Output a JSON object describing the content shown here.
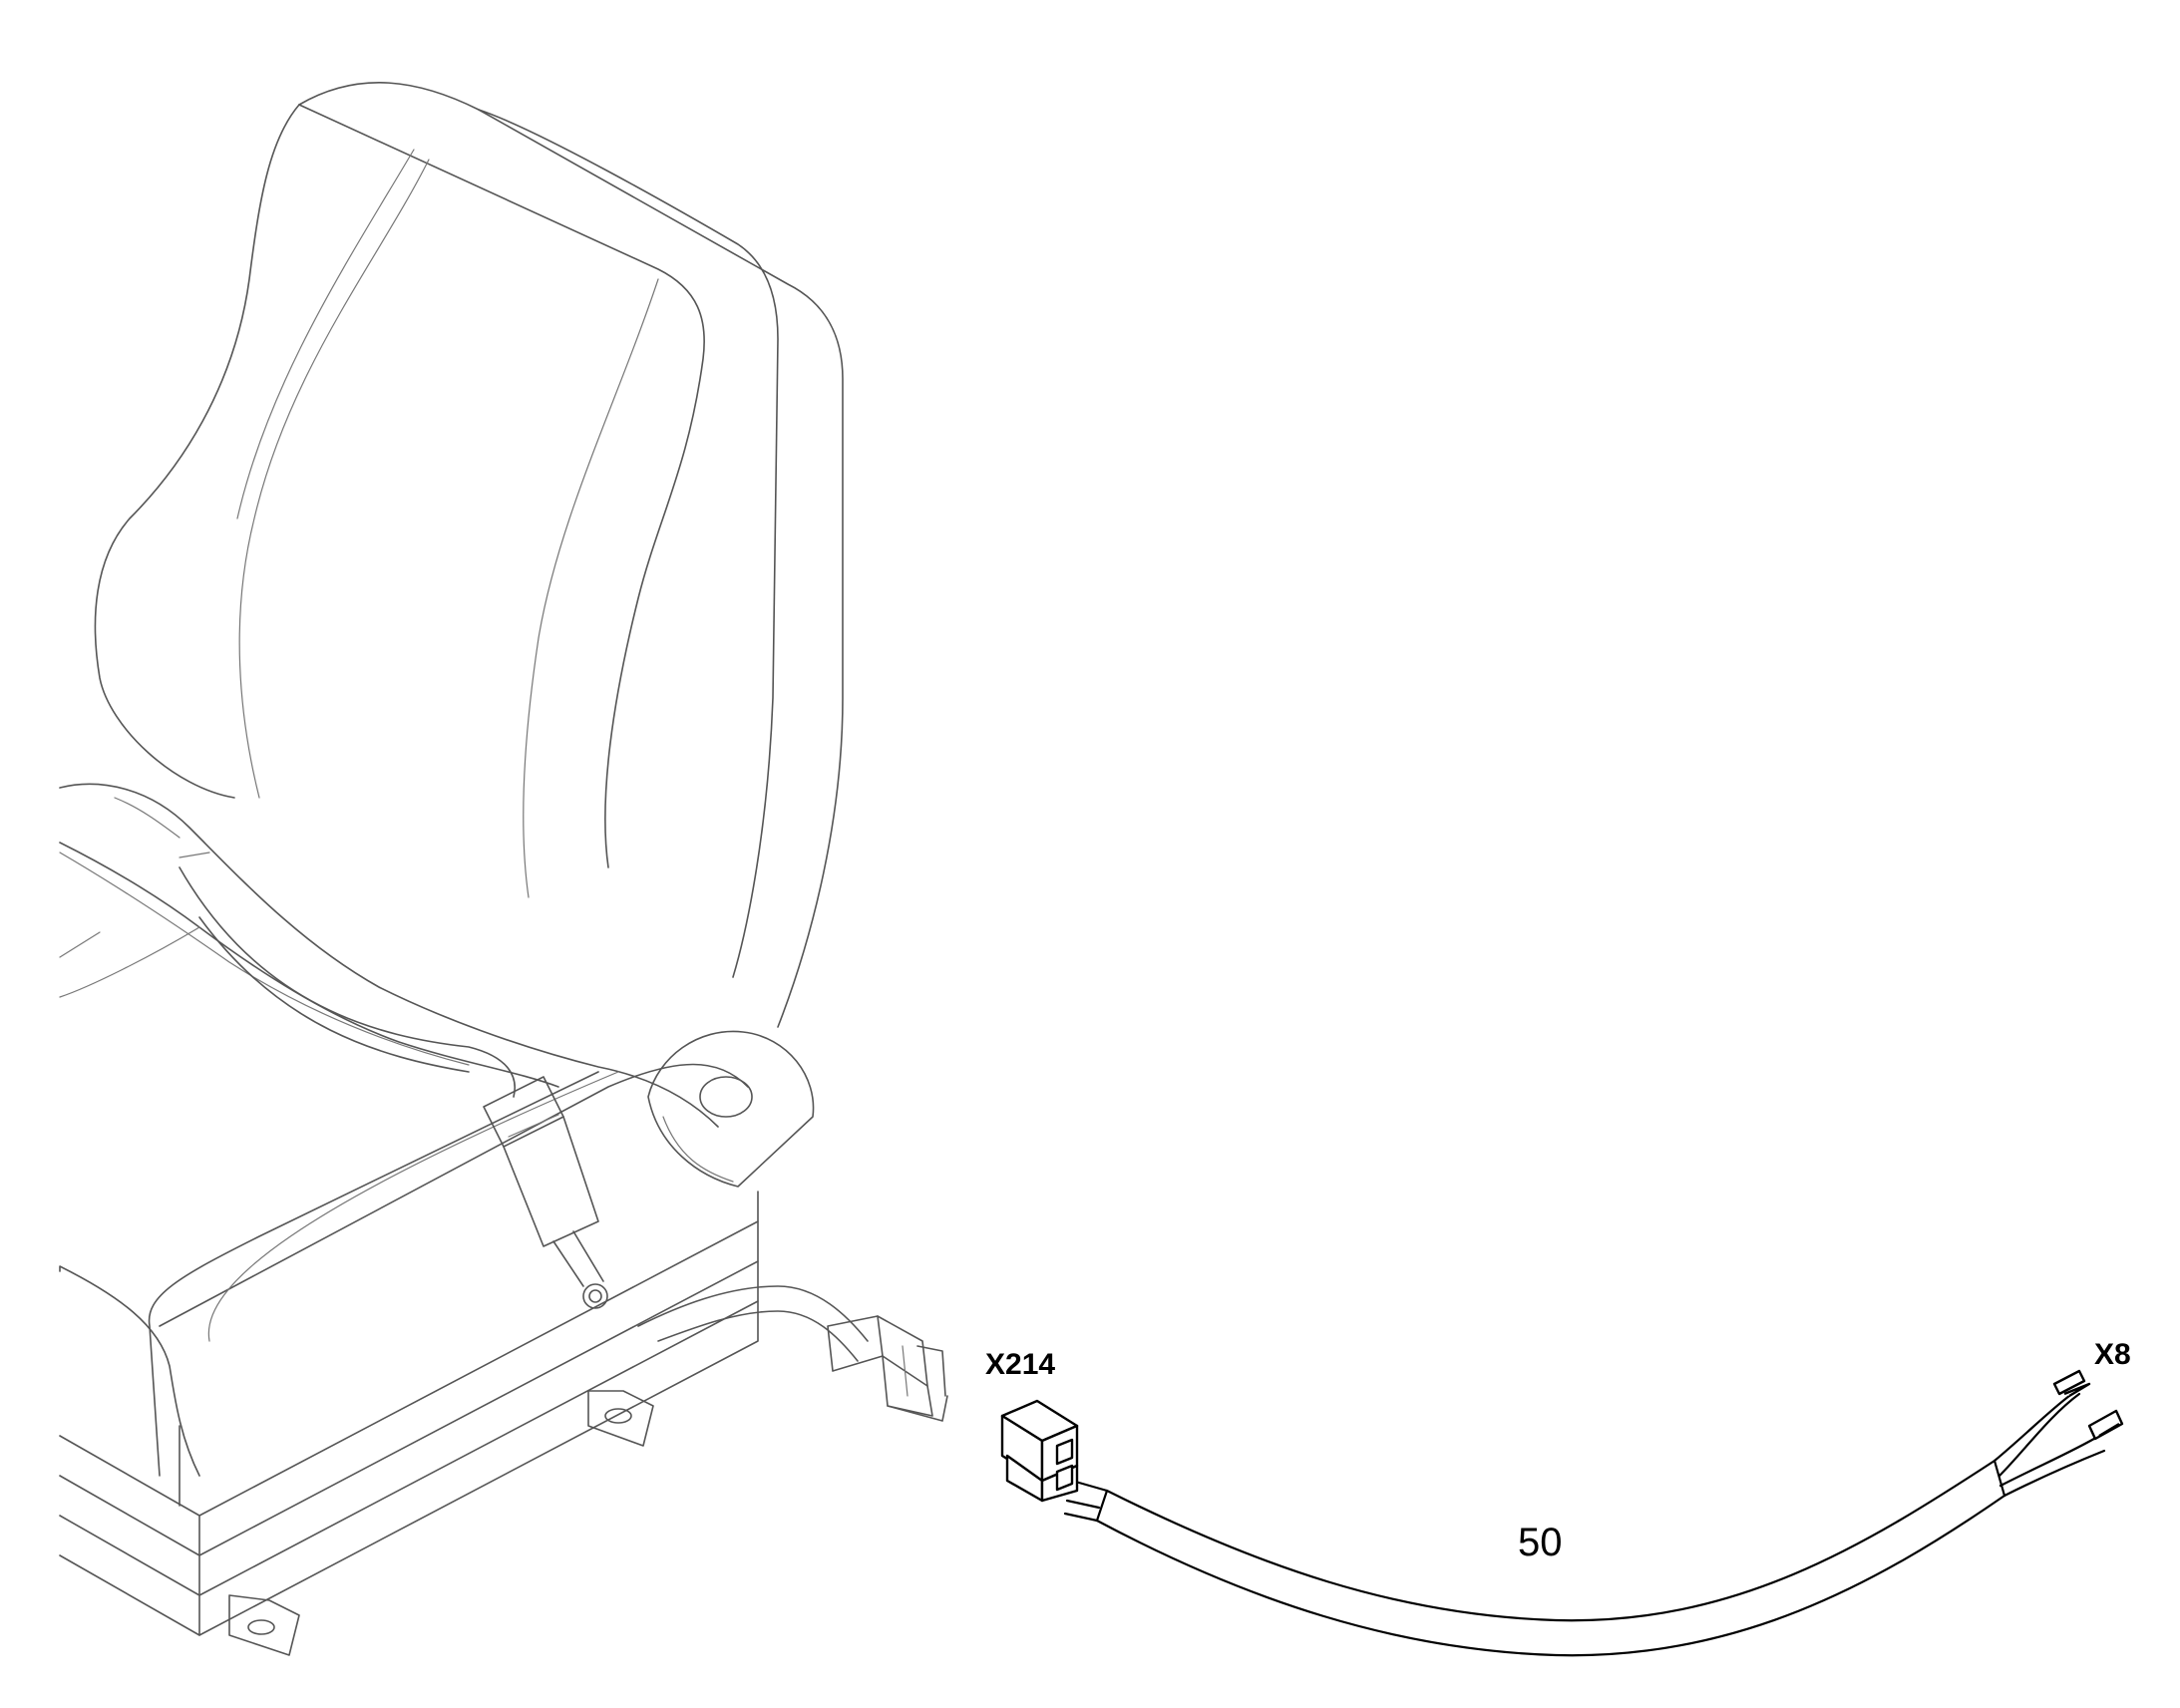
{
  "labels": {
    "connector_left": "X214",
    "connector_right": "X8",
    "item_number": "50"
  }
}
